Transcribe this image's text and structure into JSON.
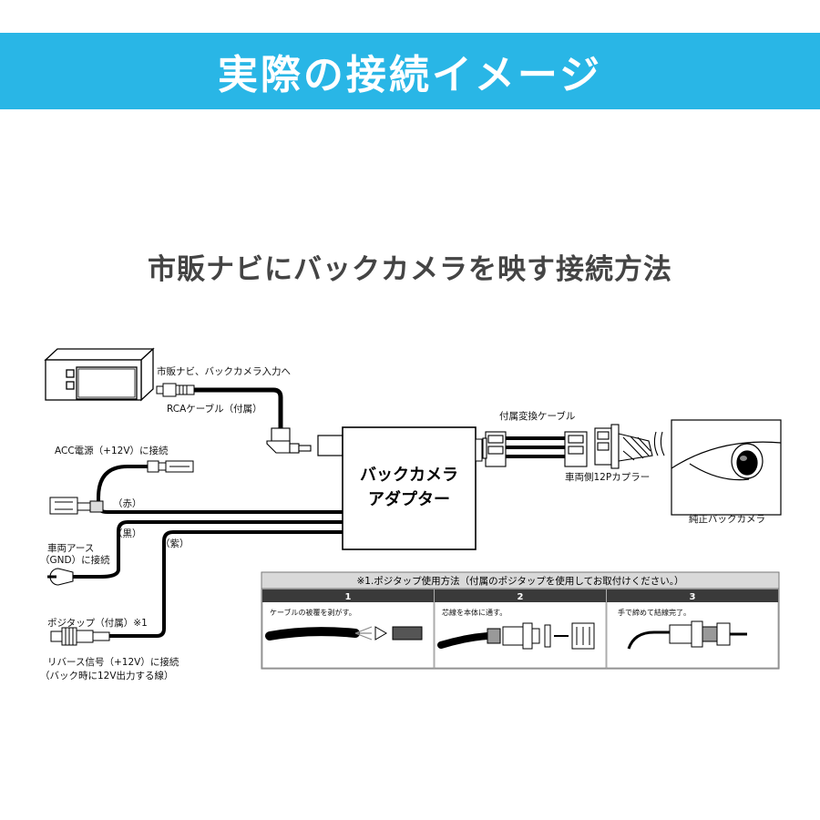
{
  "header": {
    "title": "実際の接続イメージ",
    "subtitle": "市販ナビにバックカメラを映す接続方法"
  },
  "colors": {
    "banner": "#29b6e6",
    "panel_header": "#d9d9d9",
    "step_tab": "#3a3a3a"
  },
  "labels": {
    "navi_input": "市販ナビ、バックカメラ入力へ",
    "rca_cable": "RCAケーブル（付属）",
    "conversion_cable": "付属変換ケーブル",
    "adapter_line1": "バックカメラ",
    "adapter_line2": "アダプター",
    "coupler": "車両側12Pカプラー",
    "genuine_camera": "純正バックカメラ",
    "acc": "ACC電源（+12V）に接続",
    "red": "（赤）",
    "black": "（黒）",
    "purple": "（紫）",
    "ground_line1": "車両アース",
    "ground_line2": "（GND）に接続",
    "posi_tap": "ポジタップ（付属）※1",
    "reverse_line1": "リバース信号（+12V）に接続",
    "reverse_line2": "（バック時に12V出力する線）"
  },
  "instructions": {
    "header": "※1.ポジタップ使用方法（付属のポジタップを使用してお取付けください。）",
    "steps": [
      {
        "number": "1",
        "text": "ケーブルの被覆を剥がす。"
      },
      {
        "number": "2",
        "text": "芯線を本体に通す。"
      },
      {
        "number": "3",
        "text": "手で締めて結線完了。"
      }
    ]
  }
}
